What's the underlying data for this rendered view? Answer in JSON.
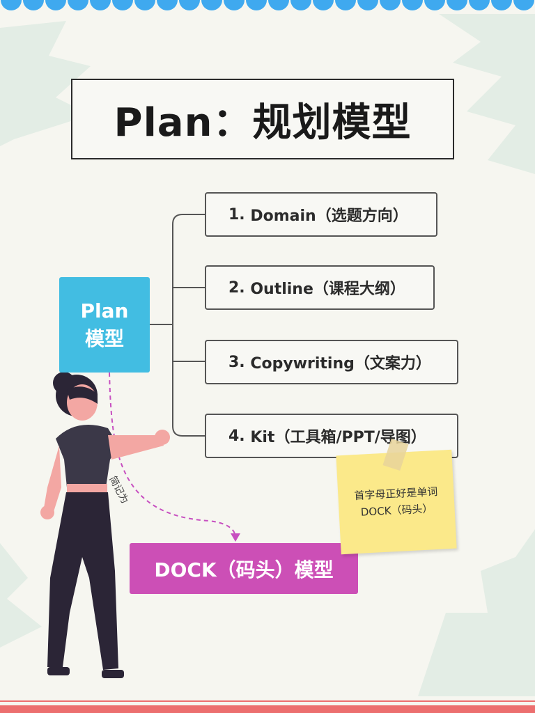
{
  "title": "Plan：规划模型",
  "plan_box": {
    "line1": "Plan",
    "line2": "模型"
  },
  "items": [
    {
      "number": "1.",
      "text": "Domain（选题方向）"
    },
    {
      "number": "2.",
      "text": "Outline（课程大纲）"
    },
    {
      "number": "3.",
      "text": "Copywriting（文案力）"
    },
    {
      "number": "4.",
      "text": "Kit（工具箱/PPT/导图）"
    }
  ],
  "arrow_label": "简记为",
  "dock": "DOCK（码头）模型",
  "sticky_note": "首字母正好是单词DOCK（码头）",
  "colors": {
    "plan_blue": "#42bde2",
    "dock_magenta": "#cc4fb6",
    "note_yellow": "#fbe98a",
    "bottom_stripe": "#ec6f6f",
    "top_dots": "#3fa9ef"
  }
}
